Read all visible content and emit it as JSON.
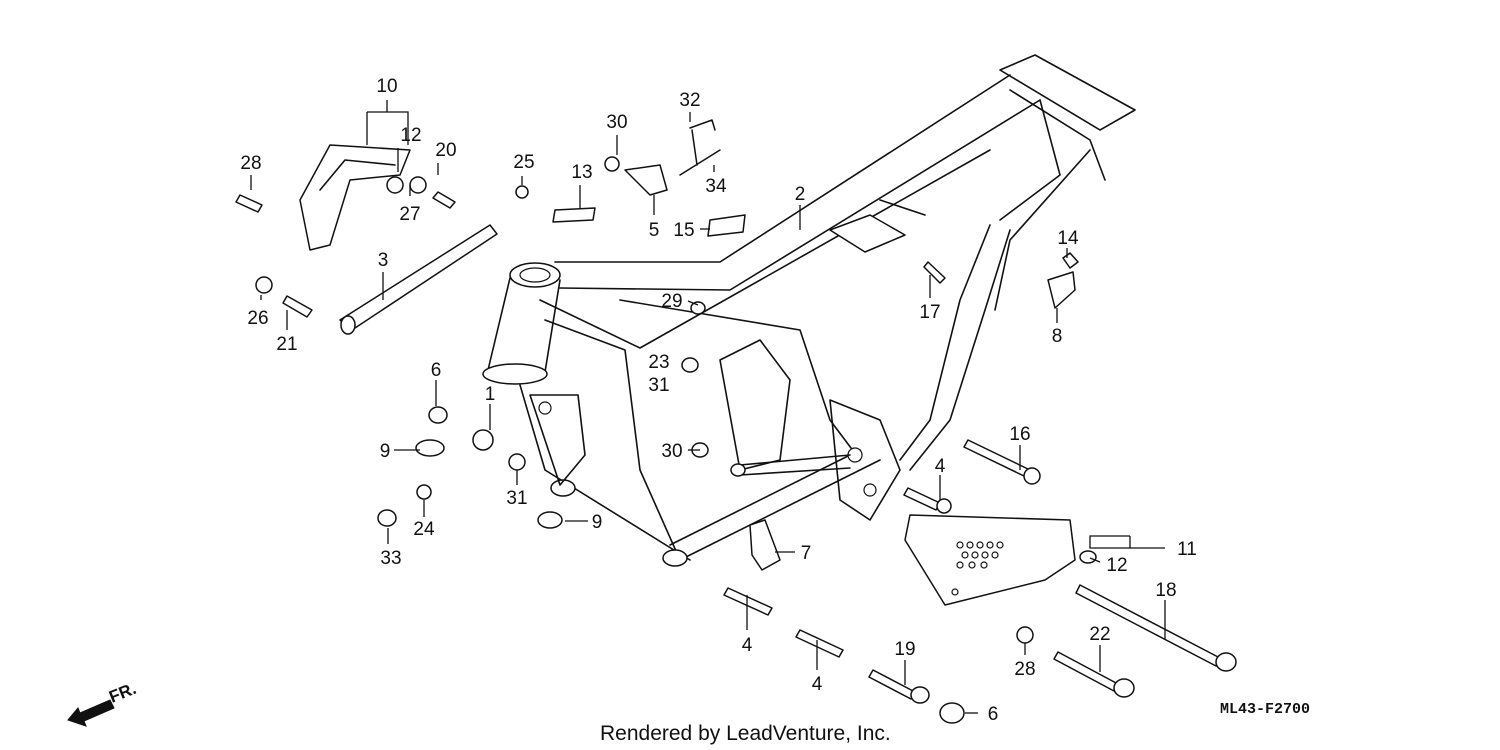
{
  "callouts": {
    "c10": "10",
    "c12a": "12",
    "c20": "20",
    "c28a": "28",
    "c27": "27",
    "c25": "25",
    "c13": "13",
    "c30a": "30",
    "c32": "32",
    "c34": "34",
    "c5": "5",
    "c15": "15",
    "c2": "2",
    "c3": "3",
    "c26": "26",
    "c21": "21",
    "c29": "29",
    "c17": "17",
    "c14": "14",
    "c8": "8",
    "c23": "23",
    "c31a": "31",
    "c6a": "6",
    "c1": "1",
    "c9a": "9",
    "c30b": "30",
    "c31b": "31",
    "c9b": "9",
    "c24": "24",
    "c33": "33",
    "c16": "16",
    "c4a": "4",
    "c11": "11",
    "c12b": "12",
    "c7": "7",
    "c4b": "4",
    "c4c": "4",
    "c19": "19",
    "c18": "18",
    "c22": "22",
    "c28b": "28",
    "c6b": "6"
  },
  "footer": {
    "rendered_by": "Rendered by LeadVenture, Inc.",
    "diagram_code": "ML43-F2700",
    "direction_label": "FR."
  }
}
